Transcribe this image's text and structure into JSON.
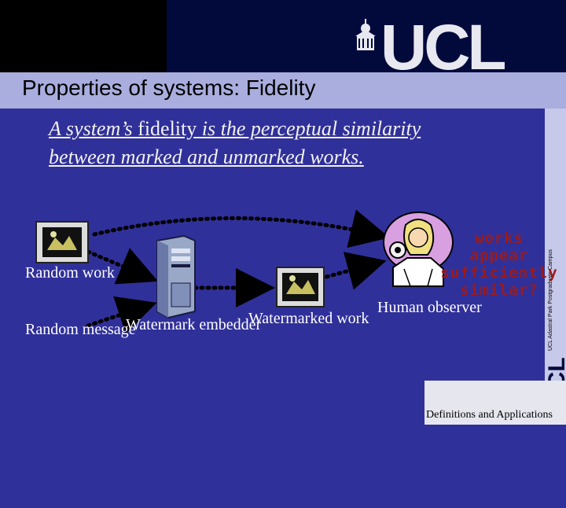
{
  "slide": {
    "title": "Properties of systems: Fidelity",
    "subtitle_line1_pre": "A system’s ",
    "subtitle_keyword": "fidelity",
    "subtitle_line1_post": " is the perceptual similarity",
    "subtitle_line2": "between marked and unmarked works.",
    "footer": "Definitions and Applications",
    "campus_text": "UCL Adastral Park Postgraduate Campus",
    "logo_text": "UCL"
  },
  "diagram": {
    "random_work": "Random work",
    "random_message": "Random message",
    "watermark_embedder": "Watermark embedder",
    "watermarked_work": "Watermarked work",
    "human_observer": "Human observer",
    "question_lines": [
      "works",
      "appear",
      "sufficiently",
      "similar?"
    ]
  },
  "colors": {
    "background": "#30309a",
    "title_bar": "#a9aede",
    "question_text": "#9b1b1b"
  },
  "icons": [
    "picture-frame-icon",
    "computer-tower-icon",
    "woman-observer-icon",
    "ucl-building-icon"
  ]
}
